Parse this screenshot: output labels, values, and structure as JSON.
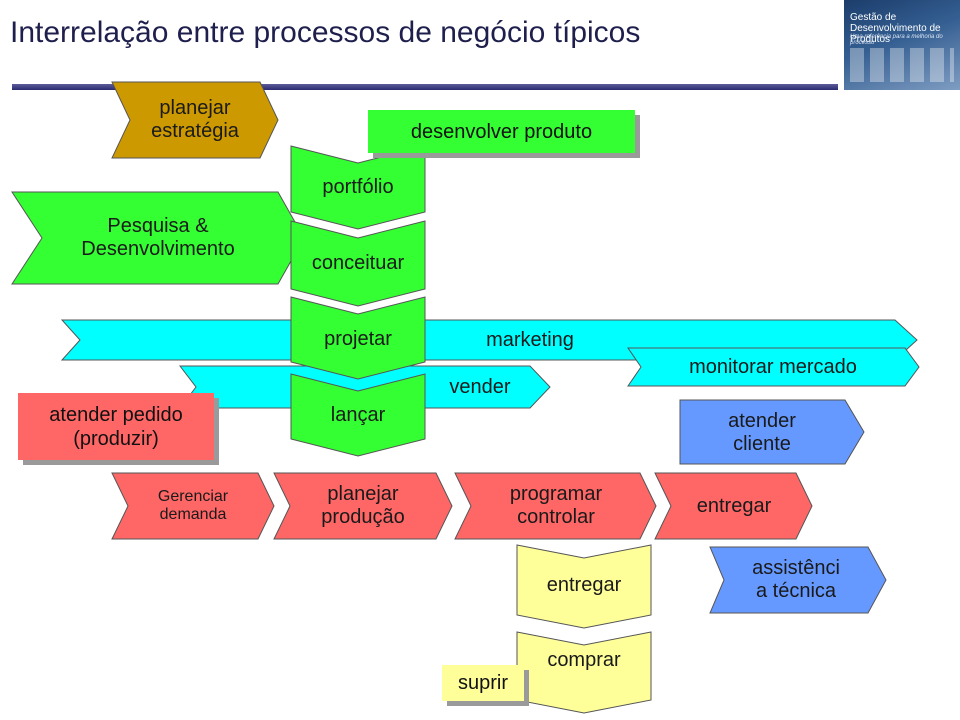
{
  "header": {
    "title": "Interrelação entre processos de negócio típicos",
    "logo_line1": "Gestão de",
    "logo_line2": "Desenvolvimento de Produtos",
    "logo_tagline": "Uma referência para a melhoria do processo"
  },
  "colors": {
    "green": "#33ff33",
    "cyan": "#00ffff",
    "gold": "#cc9900",
    "salmon": "#ff6666",
    "blue": "#6699ff",
    "yellow": "#ffff99",
    "title": "#1f1f4d"
  },
  "diagram": {
    "planejar_estrategia": "planejar\nestratégia",
    "desenvolver_produto": "desenvolver  produto",
    "portfolio": "portfólio",
    "conceituar": "conceituar",
    "projetar": "projetar",
    "lancar": "lançar",
    "pesquisa": "Pesquisa &\nDesenvolvimento",
    "marketing": "marketing",
    "vender": "vender",
    "monitorar_mercado": "monitorar mercado",
    "atender_pedido": "atender pedido\n(produzir)",
    "atender_cliente": "atender\ncliente",
    "gerenciar_demanda": "Gerenciar\ndemanda",
    "planejar_producao": "planejar\nprodução",
    "programar_controlar": "programar\ncontrolar",
    "entregar_main": "entregar",
    "entregar_supply": "entregar",
    "comprar": "comprar",
    "assistencia": "assistênci\na técnica",
    "suprir": "suprir"
  }
}
